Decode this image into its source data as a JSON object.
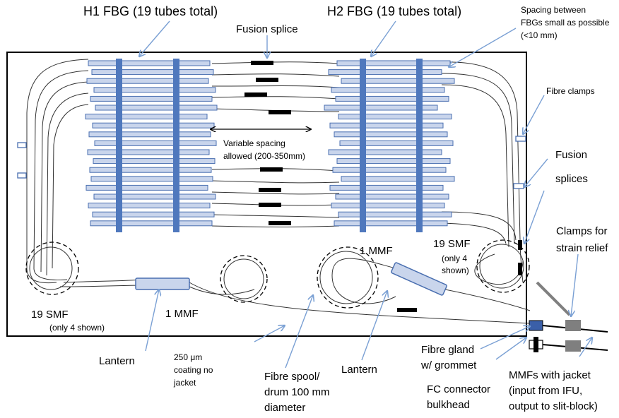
{
  "colors": {
    "tube_fill": "#c9d5ec",
    "tube_stroke": "#4a6fb0",
    "bar": "#4f78bd",
    "arrow": "#7aa0d4",
    "splice": "#000000",
    "gland": "#3a5fa8",
    "clamp": "#7f7f7f"
  },
  "labels": {
    "h1": "H1 FBG (19 tubes total)",
    "h2": "H2 FBG (19 tubes total)",
    "fusion_splice": "Fusion splice",
    "spacing_between": [
      "Spacing between",
      "FBGs small as possible",
      "(<10 mm)"
    ],
    "fibre_clamps": "Fibre clamps",
    "fusion_splices": [
      "Fusion",
      "splices"
    ],
    "clamps_strain": [
      "Clamps for",
      "strain relief"
    ],
    "variable_spacing": [
      "Variable spacing",
      "allowed (200-350mm)"
    ],
    "smf_left": [
      "19 SMF",
      "(only 4 shown)"
    ],
    "mmf_left": "1 MMF",
    "mmf_right": "1 MMF",
    "smf_right": [
      "19 SMF",
      "(only 4",
      "shown)"
    ],
    "lantern_left": "Lantern",
    "lantern_right": "Lantern",
    "coating": [
      "250 μm",
      "coating no",
      "jacket"
    ],
    "spool": [
      "Fibre spool/",
      "drum 100 mm",
      "diameter"
    ],
    "gland": [
      "Fibre gland",
      "w/ grommet"
    ],
    "fc": [
      "FC connector",
      "bulkhead"
    ],
    "mmf_jacket": [
      "MMFs with jacket",
      "(input from IFU,",
      "output to slit-block)"
    ]
  }
}
